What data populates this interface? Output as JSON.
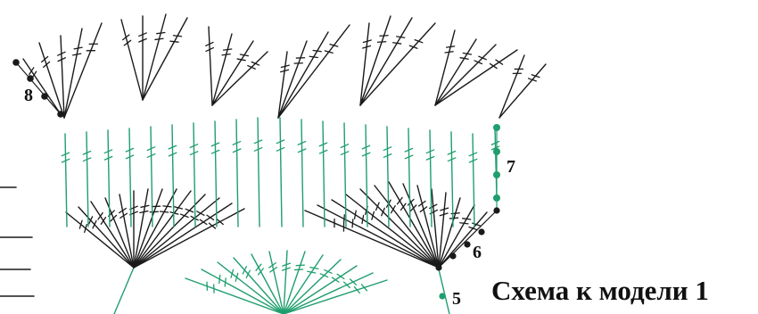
{
  "caption": "Схема к модели 1",
  "row_labels": {
    "r5": "5",
    "r6": "6",
    "r7": "7",
    "r8": "8"
  },
  "colors": {
    "black": "#1a1a1a",
    "green": "#1f9e6e"
  }
}
